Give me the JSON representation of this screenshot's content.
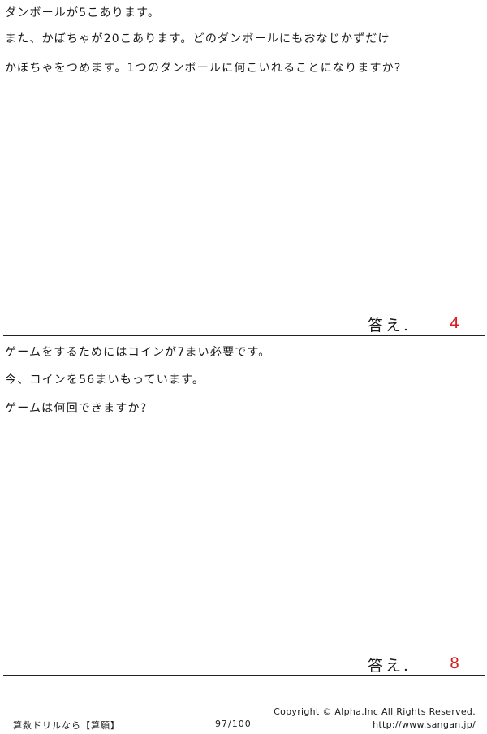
{
  "problems": [
    {
      "lines": [
        "ダンボールが5こあります。",
        "また、かぼちゃが20こあります。どのダンボールにもおなじかずだけ",
        "かぼちゃをつめます。1つのダンボールに何こいれることになりますか?"
      ],
      "answer_label": "答え.",
      "answer": "4"
    },
    {
      "lines": [
        "ゲームをするためにはコインが7まい必要です。",
        "今、コインを56まいもっています。",
        "ゲームは何回できますか?"
      ],
      "answer_label": "答え.",
      "answer": "8"
    }
  ],
  "footer": {
    "brand": "算数ドリルなら【算願】",
    "page": "97/100",
    "copyright": "Copyright ©  Alpha.Inc All Rights Reserved.",
    "url": "http://www.sangan.jp/"
  },
  "colors": {
    "answer": "#d42020",
    "text": "#1a1a1a"
  }
}
